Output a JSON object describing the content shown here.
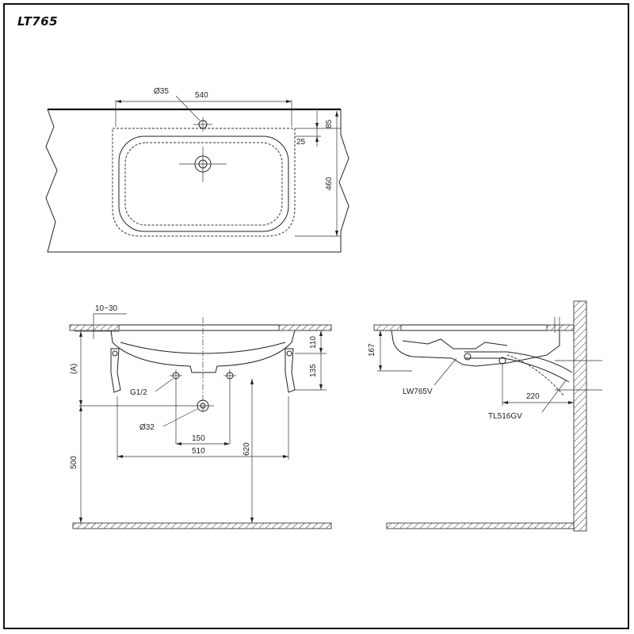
{
  "title": "LT765",
  "top_view": {
    "dimensions": {
      "hole_diameter": "Ø35",
      "width": "540",
      "hole_offset": "85",
      "rim": "25",
      "depth": "460"
    }
  },
  "front_view": {
    "dimensions": {
      "counter_thickness": "10~30",
      "rim_height": "110",
      "bracket_height": "135",
      "mount_label": "(A)",
      "thread": "G1/2",
      "drain_diameter": "Ø32",
      "pipe_spacing": "150",
      "bracket_spacing": "510",
      "supply_height": "620",
      "mount_height": "500"
    }
  },
  "side_view": {
    "dimensions": {
      "basin_height": "167",
      "projection": "220"
    },
    "parts": {
      "bracket_model": "LW765V",
      "trap_model": "TL516GV"
    }
  }
}
